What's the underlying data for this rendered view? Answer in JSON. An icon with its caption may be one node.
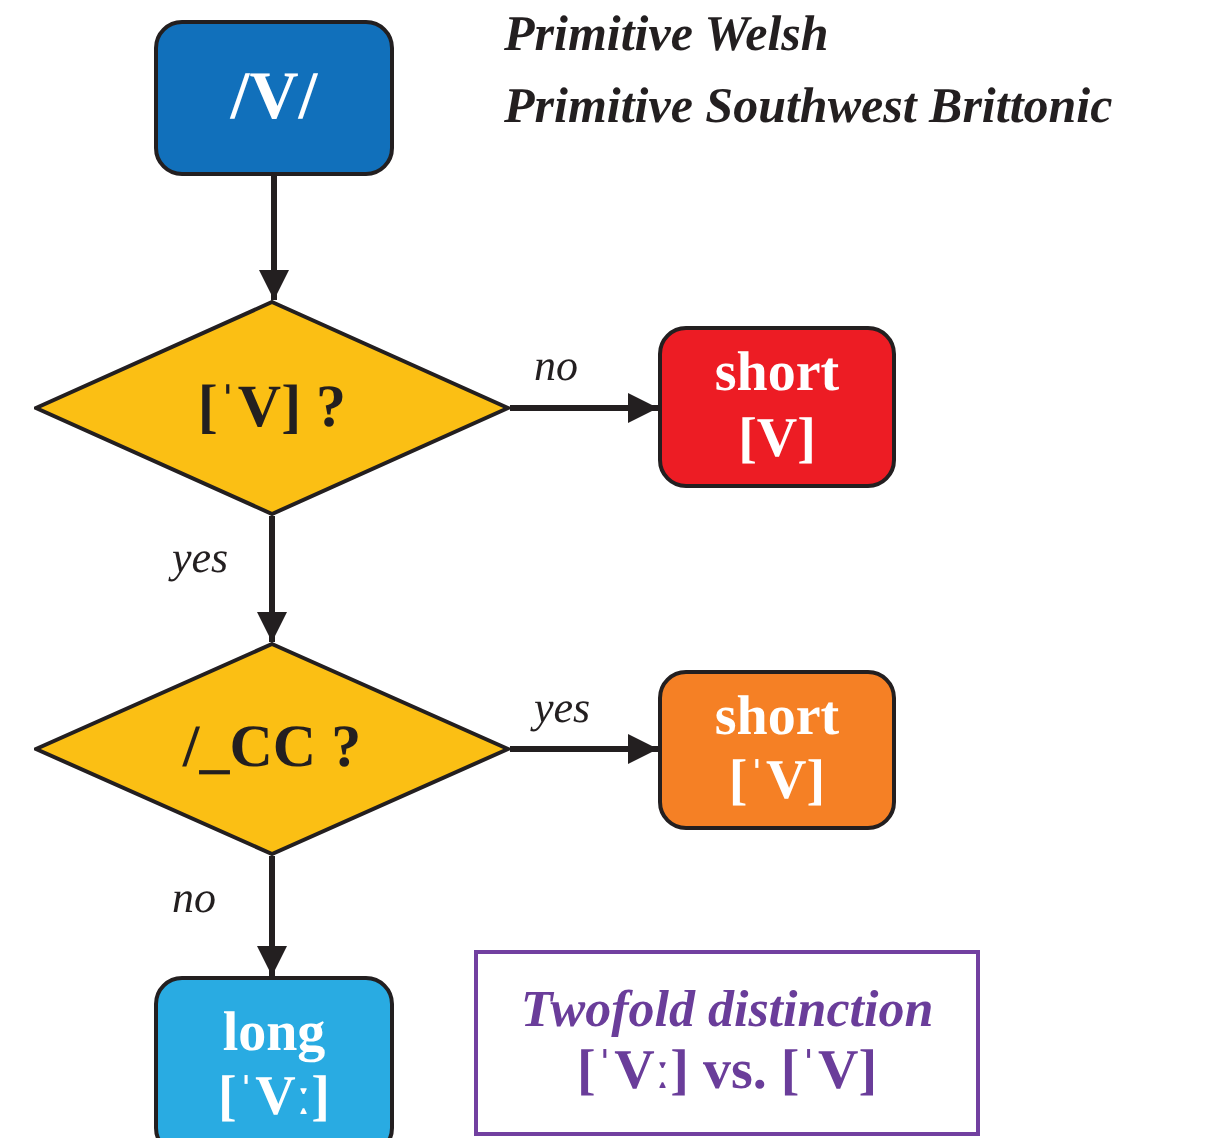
{
  "diagram": {
    "nodes": [
      {
        "text": [
          "/V/"
        ]
      },
      {
        "text": [
          "[ˈV] ?"
        ]
      },
      {
        "text": [
          "short [V]"
        ]
      },
      {
        "text": [
          "/_CC ?"
        ]
      },
      {
        "text": [
          "short [ˈV]"
        ]
      },
      {
        "text": [
          "long [ˈVː]"
        ]
      },
      {
        "text": [
          "Twofold distinction",
          "[ˈVː] vs. [ˈV]"
        ]
      }
    ],
    "edges": [
      {
        "from": 0,
        "to": 1,
        "arrow": "to"
      },
      {
        "from": 1,
        "to": 2,
        "arrow": "to",
        "label": "no"
      },
      {
        "from": 1,
        "to": 3,
        "arrow": "to",
        "label": "yes"
      },
      {
        "from": 3,
        "to": 4,
        "arrow": "to",
        "label": "yes"
      },
      {
        "from": 3,
        "to": 5,
        "arrow": "to",
        "label": "no"
      }
    ],
    "labels": [
      "Primitive Welsh",
      "Primitive Southwest Brittonic"
    ]
  }
}
